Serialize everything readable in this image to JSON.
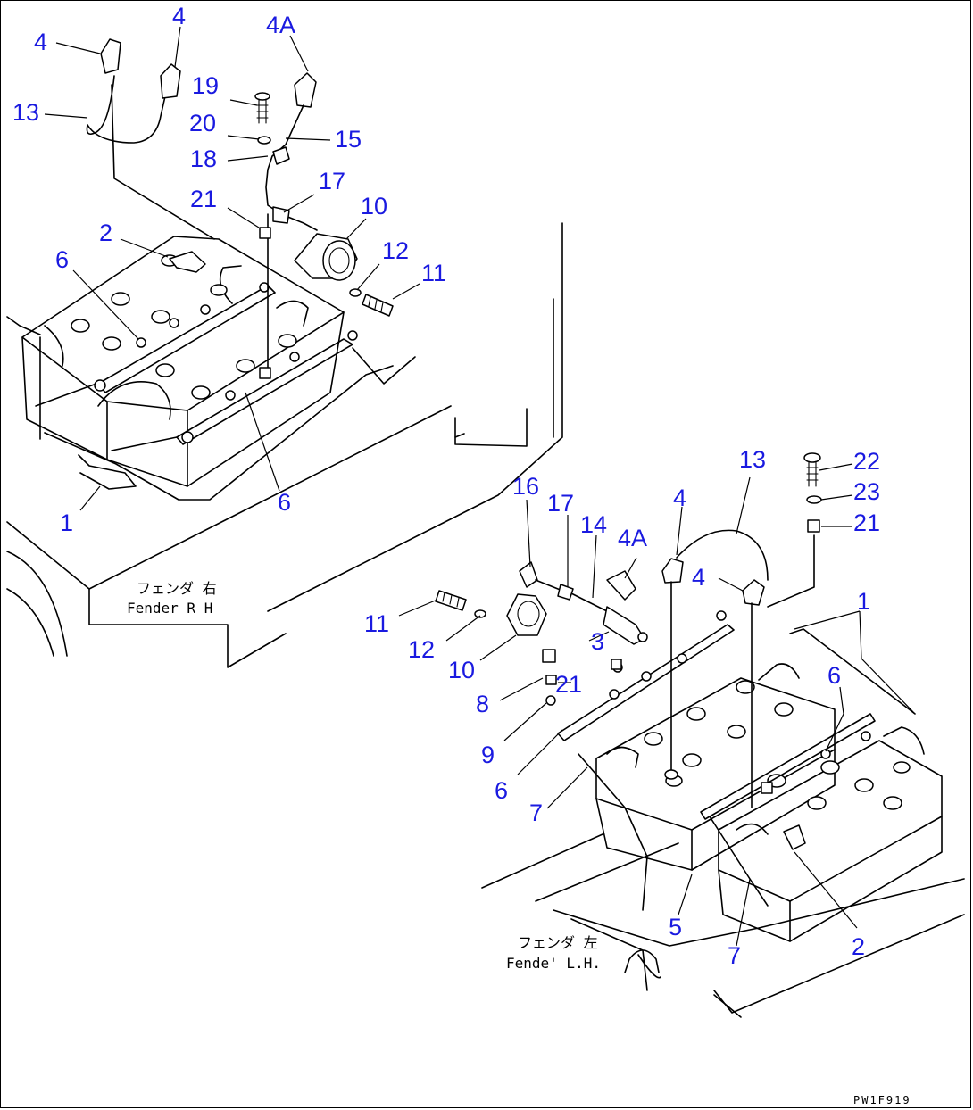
{
  "callouts": [
    {
      "key": "rh_4a_left",
      "text": "4"
    },
    {
      "key": "rh_4_right",
      "text": "4"
    },
    {
      "key": "rh_4A",
      "text": "4A"
    },
    {
      "key": "rh_13",
      "text": "13"
    },
    {
      "key": "rh_19",
      "text": "19"
    },
    {
      "key": "rh_20",
      "text": "20"
    },
    {
      "key": "rh_15",
      "text": "15"
    },
    {
      "key": "rh_18",
      "text": "18"
    },
    {
      "key": "rh_17",
      "text": "17"
    },
    {
      "key": "rh_21",
      "text": "21"
    },
    {
      "key": "rh_10",
      "text": "10"
    },
    {
      "key": "rh_2",
      "text": "2"
    },
    {
      "key": "rh_12",
      "text": "12"
    },
    {
      "key": "rh_6a",
      "text": "6"
    },
    {
      "key": "rh_11",
      "text": "11"
    },
    {
      "key": "rh_6b",
      "text": "6"
    },
    {
      "key": "rh_1",
      "text": "1"
    },
    {
      "key": "lh_13",
      "text": "13"
    },
    {
      "key": "lh_22",
      "text": "22"
    },
    {
      "key": "lh_16",
      "text": "16"
    },
    {
      "key": "lh_17",
      "text": "17"
    },
    {
      "key": "lh_14",
      "text": "14"
    },
    {
      "key": "lh_4A",
      "text": "4A"
    },
    {
      "key": "lh_4a",
      "text": "4"
    },
    {
      "key": "lh_23",
      "text": "23"
    },
    {
      "key": "lh_21a",
      "text": "21"
    },
    {
      "key": "lh_4b",
      "text": "4"
    },
    {
      "key": "lh_1",
      "text": "1"
    },
    {
      "key": "lh_11",
      "text": "11"
    },
    {
      "key": "lh_12",
      "text": "12"
    },
    {
      "key": "lh_3",
      "text": "3"
    },
    {
      "key": "lh_10",
      "text": "10"
    },
    {
      "key": "lh_21b",
      "text": "21"
    },
    {
      "key": "lh_6a",
      "text": "6"
    },
    {
      "key": "lh_8",
      "text": "8"
    },
    {
      "key": "lh_9",
      "text": "9"
    },
    {
      "key": "lh_6b",
      "text": "6"
    },
    {
      "key": "lh_7a",
      "text": "7"
    },
    {
      "key": "lh_5",
      "text": "5"
    },
    {
      "key": "lh_7b",
      "text": "7"
    },
    {
      "key": "lh_2",
      "text": "2"
    }
  ],
  "captions": {
    "fender_rh_jp": "フェンダ 右",
    "fender_rh_en": "Fender R H",
    "fender_lh_jp": "フェンダ 左",
    "fender_lh_en": "Fende' L.H."
  },
  "drawing_code": "PW1F919",
  "colors": {
    "callout": "#1a1ae0",
    "line": "#000000",
    "background": "#ffffff"
  }
}
